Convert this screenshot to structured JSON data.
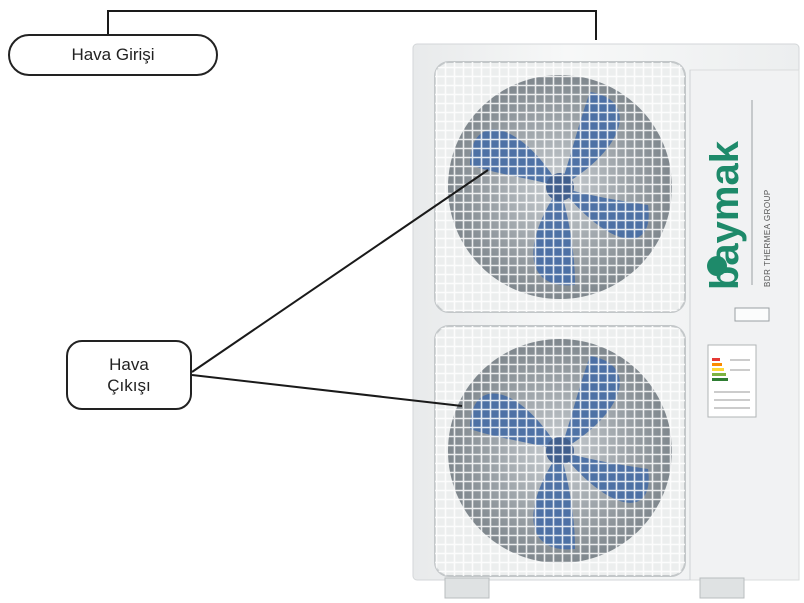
{
  "labels": {
    "air_inlet": "Hava Girişi",
    "air_outlet_line1": "Hava",
    "air_outlet_line2": "Çıkışı"
  },
  "brand": {
    "logo_text": "baymak",
    "group_text": "BDR THERMEA GROUP",
    "logo_color": "#1e8a6a"
  },
  "colors": {
    "line": "#1a1a1a",
    "unit_body": "#f4f5f5",
    "fan_blade": "#4a6fa5",
    "grille": "#ffffff"
  }
}
